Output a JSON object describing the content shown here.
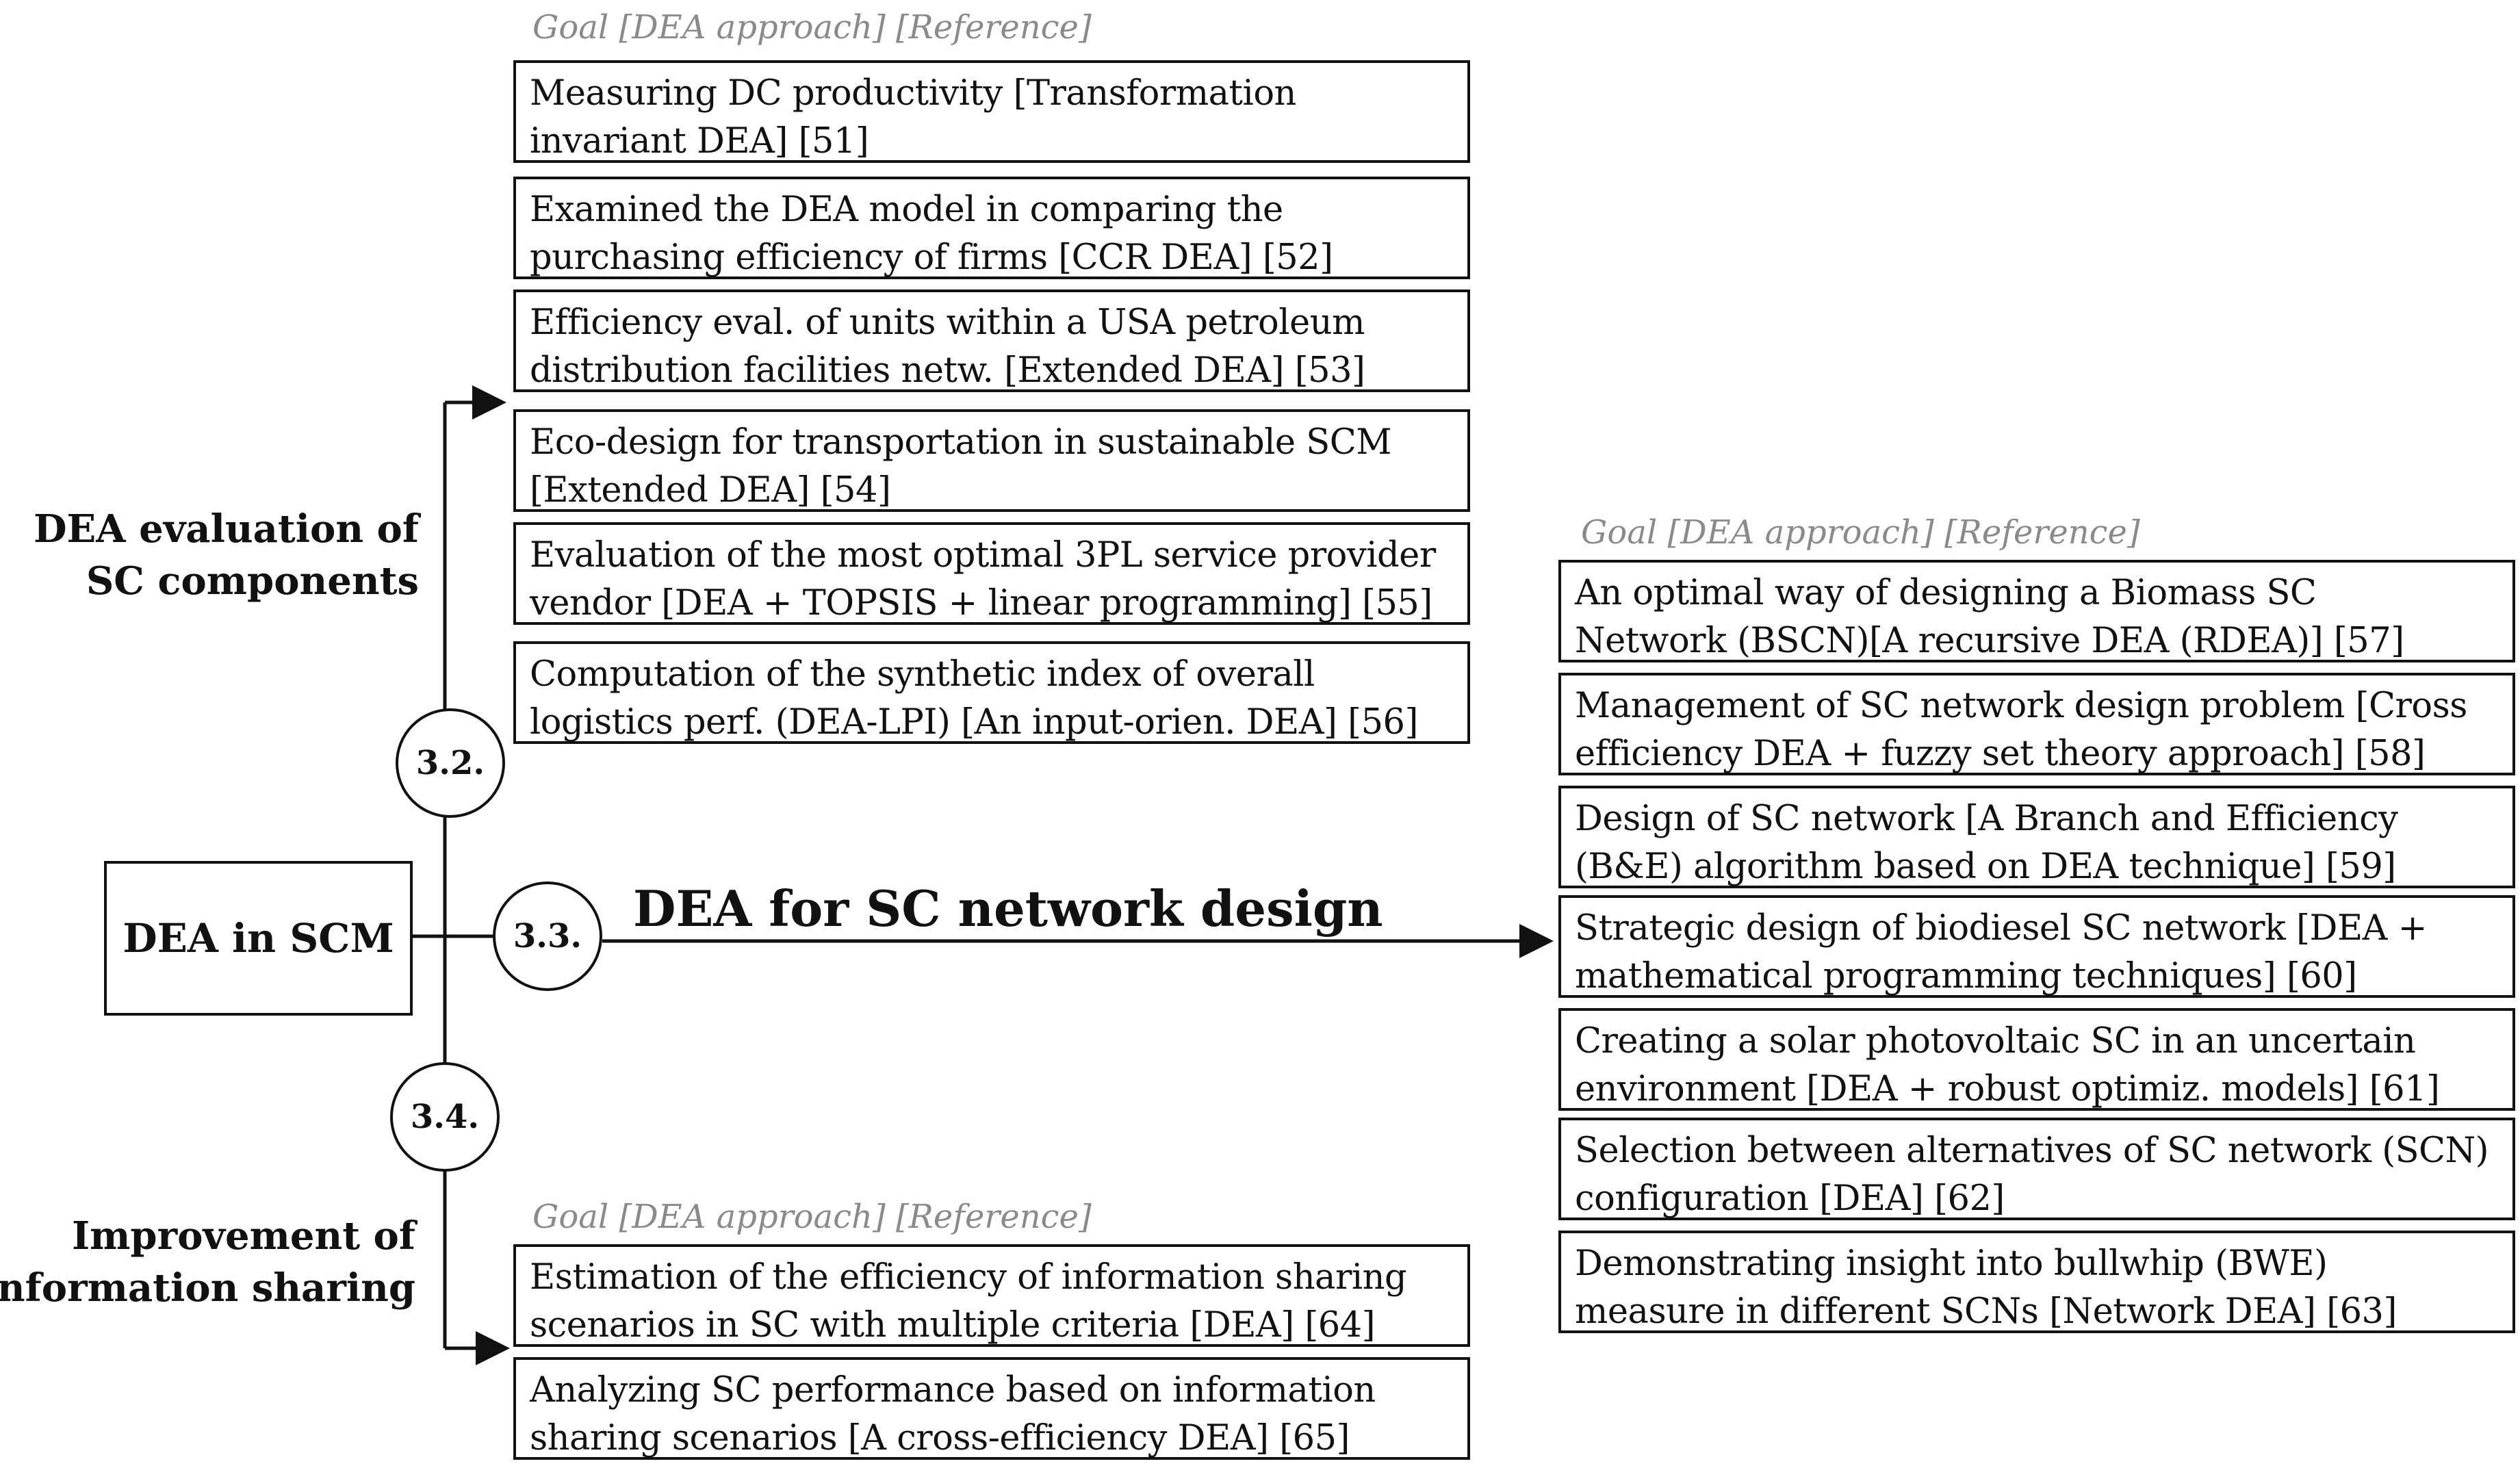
{
  "root": "DEA in SCM",
  "headers": {
    "upper": "Goal [DEA approach] [Reference]",
    "right": "Goal [DEA approach] [Reference]",
    "lower": "Goal [DEA approach] [Reference]"
  },
  "branches": [
    {
      "num": "3.2.",
      "label_lines": [
        "DEA evaluation of",
        "SC components"
      ]
    },
    {
      "num": "3.3.",
      "label": "DEA for SC network design"
    },
    {
      "num": "3.4.",
      "label_lines": [
        "Improvement of",
        "information sharing"
      ]
    }
  ],
  "group_32": [
    [
      "Measuring DC productivity [Transformation",
      "invariant DEA] [51]"
    ],
    [
      "Examined the DEA model in comparing the",
      "purchasing efficiency of firms [CCR DEA] [52]"
    ],
    [
      "Efficiency eval. of units within a USA petroleum",
      "distribution facilities netw. [Extended DEA] [53]"
    ],
    [
      "Eco-design for transportation in sustainable SCM",
      "[Extended DEA] [54]"
    ],
    [
      "Evaluation of the most optimal 3PL service provider",
      "vendor [DEA + TOPSIS + linear programming] [55]"
    ],
    [
      "Computation of the synthetic index of overall",
      "logistics perf. (DEA-LPI) [An input-orien. DEA] [56]"
    ]
  ],
  "group_33": [
    [
      "An optimal way of designing a Biomass SC",
      "Network (BSCN)[A recursive DEA (RDEA)] [57]"
    ],
    [
      "Management of SC network design problem [Cross",
      "efficiency DEA + fuzzy set theory approach] [58]"
    ],
    [
      "Design of SC network [A Branch and Efficiency",
      "(B&E) algorithm based on DEA technique] [59]"
    ],
    [
      "Strategic design of biodiesel SC network [DEA +",
      "mathematical programming techniques] [60]"
    ],
    [
      "Creating a solar photovoltaic SC in an uncertain",
      "environment [DEA + robust optimiz. models] [61]"
    ],
    [
      "Selection between alternatives of SC network (SCN)",
      "configuration [DEA] [62]"
    ],
    [
      "Demonstrating insight into bullwhip (BWE)",
      "measure in different SCNs [Network DEA] [63]"
    ]
  ],
  "group_34": [
    [
      "Estimation of the efficiency of information sharing",
      "scenarios in SC with multiple criteria [DEA] [64]"
    ],
    [
      "Analyzing SC performance based on information",
      "sharing scenarios [A cross-efficiency DEA] [65]"
    ]
  ]
}
